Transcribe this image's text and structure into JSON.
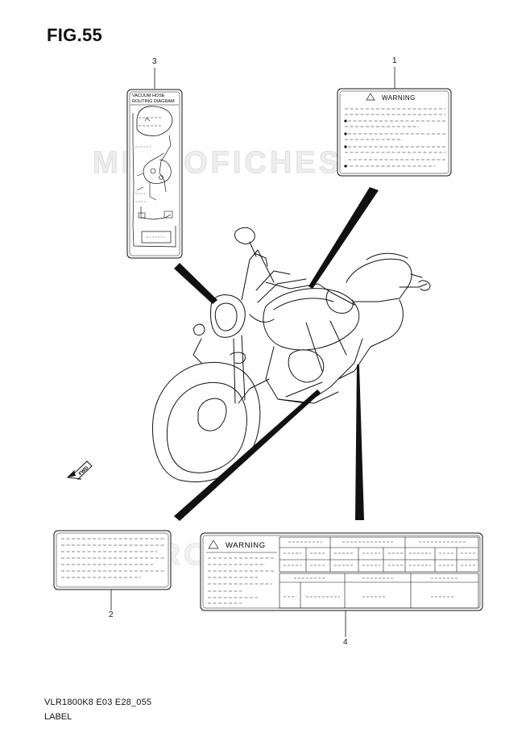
{
  "figure": {
    "title": "FIG.55",
    "code": "VLR1800K8 E03 E28_055",
    "caption": "LABEL"
  },
  "labels": {
    "label1": {
      "ref": "1",
      "heading": "WARNING"
    },
    "label2": {
      "ref": "2"
    },
    "label3": {
      "ref": "3",
      "title_line1": "VACUUM HOSE",
      "title_line2": "ROUTING DIAGRAM"
    },
    "label4": {
      "ref": "4",
      "heading": "WARNING"
    }
  },
  "direction_marker": {
    "text": "FWD"
  },
  "watermark": {
    "text": "MICROFICHES.NET",
    "color": "#e6e6e6"
  },
  "colors": {
    "line": "#111111",
    "background": "#ffffff"
  }
}
